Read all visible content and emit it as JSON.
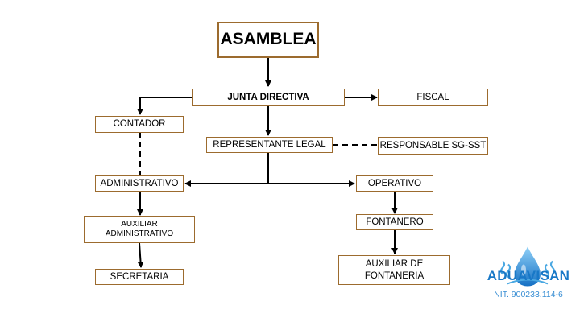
{
  "nodes": {
    "asamblea": "ASAMBLEA",
    "junta_directiva": "JUNTA DIRECTIVA",
    "fiscal": "FISCAL",
    "contador": "CONTADOR",
    "representante_legal": "REPRESENTANTE LEGAL",
    "responsable_sg_sst": "RESPONSABLE SG-SST",
    "administrativo": "ADMINISTRATIVO",
    "operativo": "OPERATIVO",
    "auxiliar_administrativo_l1": "AUXILIAR",
    "auxiliar_administrativo_l2": "ADMINISTRATIVO",
    "fontanero": "FONTANERO",
    "secretaria": "SECRETARIA",
    "auxiliar_fontaneria_l1": "AUXILIAR DE",
    "auxiliar_fontaneria_l2": "FONTANERIA"
  },
  "logo": {
    "name": "ADUAVISAN",
    "nit": "NIT. 900233.114-6",
    "brand_color": "#1878c7"
  },
  "colors": {
    "box_border": "#9c6b2e",
    "line": "#000000"
  }
}
